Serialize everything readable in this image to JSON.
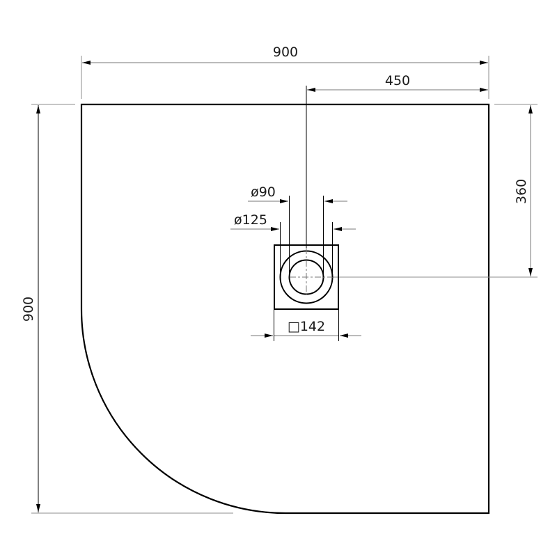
{
  "drawing": {
    "title": "Quarter-round shower tray dimension drawing",
    "units": "mm",
    "colors": {
      "outline": "#000000",
      "dimension_line": "#777777",
      "text": "#1a1a1a",
      "background": "#ffffff"
    }
  },
  "dimensions": {
    "overall_width": "900",
    "overall_height": "900",
    "drain_offset_x": "450",
    "drain_offset_y": "360",
    "drain_inner_diameter": "ø90",
    "drain_outer_diameter": "ø125",
    "drain_square": "□142"
  }
}
